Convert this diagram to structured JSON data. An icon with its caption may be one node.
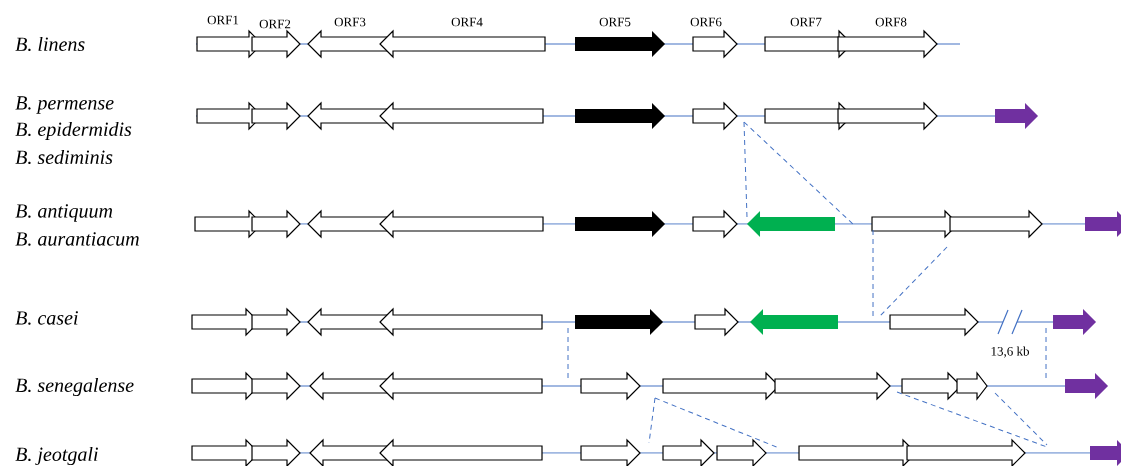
{
  "diagram": {
    "labels": [
      "ORF1",
      "ORF2",
      "ORF3",
      "ORF4",
      "ORF5",
      "ORF6",
      "ORF7",
      "ORF8",
      "B. linens",
      "B. permense",
      "B. epidermidis",
      "B. sediminis",
      "B. antiquum",
      "B. aurantiacum",
      "B. casei",
      "B. senegalense",
      "B. jeotgali",
      "13,6 kb"
    ]
  }
}
